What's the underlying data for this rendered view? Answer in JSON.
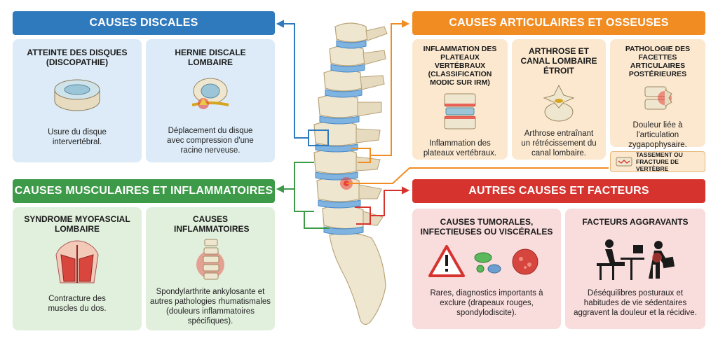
{
  "sections": {
    "discal": {
      "header": "CAUSES DISCALES",
      "cards": [
        {
          "title": "ATTEINTE DES DISQUES (DISCOPATHIE)",
          "desc": "Usure du disque intervertébral.",
          "icon": "worn-disc-icon"
        },
        {
          "title": "HERNIE DISCALE LOMBAIRE",
          "desc": "Déplacement du disque avec compression d'une racine nerveuse.",
          "icon": "herniated-disc-icon"
        }
      ]
    },
    "muscular": {
      "header": "CAUSES MUSCULAIRES ET INFLAMMATOIRES",
      "cards": [
        {
          "title": "SYNDROME MYOFASCIAL LOMBAIRE",
          "desc": "Contracture des muscles du dos.",
          "icon": "back-muscles-icon"
        },
        {
          "title": "CAUSES INFLAMMATOIRES",
          "desc": "Spondylarthrite ankylosante et autres pathologies rhumatismales (douleurs inflammatoires spécifiques).",
          "icon": "inflamed-spine-icon"
        }
      ]
    },
    "articular": {
      "header": "CAUSES ARTICULAIRES ET OSSEUSES",
      "cards": [
        {
          "title": "INFLAMMATION DES PLATEAUX VERTÉBRAUX (CLASSIFICATION MODIC SUR IRM)",
          "desc": "Inflammation des plateaux vertébraux.",
          "icon": "endplate-icon"
        },
        {
          "title": "ARTHROSE ET CANAL LOMBAIRE ÉTROIT",
          "desc": "Arthrose entraînant un rétrécissement du canal lombaire.",
          "icon": "narrow-canal-icon"
        },
        {
          "title": "PATHOLOGIE DES FACETTES ARTICULAIRES POSTÉRIEURES",
          "desc": "Douleur liée à l'articulation zygapophysaire.",
          "icon": "facet-joint-icon"
        }
      ],
      "note": "TASSEMENT OU FRACTURE DE VERTÈBRE"
    },
    "other": {
      "header": "AUTRES CAUSES ET FACTEURS",
      "cards": [
        {
          "title": "CAUSES TUMORALES, INFECTIEUSES OU VISCÉRALES",
          "desc": "Rares, diagnostics importants à exclure (drapeaux rouges, spondylodiscite).",
          "icon": "warning-germs-icon"
        },
        {
          "title": "FACTEURS AGGRAVANTS",
          "desc": "Déséquilibres posturaux et habitudes de vie sédentaires aggravent la douleur et la récidive.",
          "icon": "sedentary-posture-icon"
        }
      ]
    }
  },
  "colors": {
    "blue": "#2f79bd",
    "green": "#3d9a48",
    "orange": "#f08c22",
    "red": "#d6332e"
  }
}
